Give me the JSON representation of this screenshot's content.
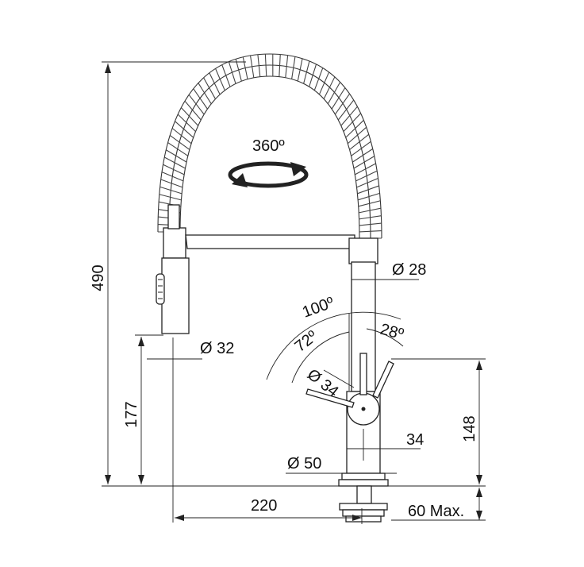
{
  "drawing": {
    "rotation_label": "360º",
    "dimensions": {
      "total_height": "490",
      "spout_height": "177",
      "body_height": "148",
      "spout_reach": "220",
      "max_deck_thickness": "60 Max.",
      "spout_diameter": "Ø 28",
      "spray_head_diameter": "Ø 32",
      "base_diameter": "Ø 50",
      "lever_pivot_diameter": "Ø 34",
      "lever_offset": "34",
      "lever_angle_total": "100º",
      "lever_angle_front": "72º",
      "lever_angle_back": "28º"
    }
  }
}
